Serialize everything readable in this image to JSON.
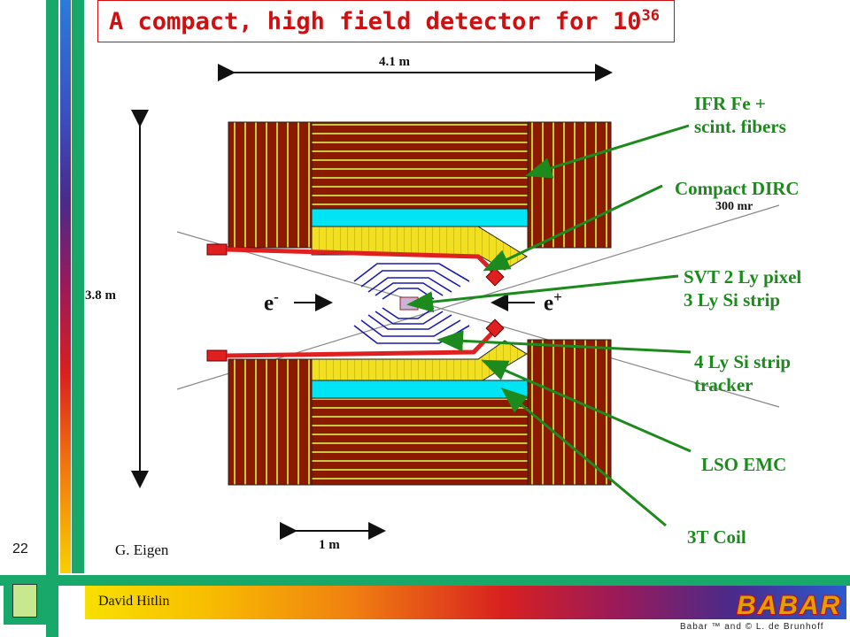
{
  "slide": {
    "title_text": "A compact, high field detector for 10",
    "title_exponent": "36",
    "page_number": "22",
    "credit": "G. Eigen",
    "presenter": "David Hitlin",
    "copyright": "Babar ™ and © L. de Brunhoff",
    "logo_text": "BABAR"
  },
  "diagram": {
    "dimension_width": "4.1 m",
    "dimension_height": "3.8 m",
    "dimension_scale": "1 m",
    "angle_label": "300 mr",
    "beam_left": "e",
    "beam_left_sign": "-",
    "beam_right": "e",
    "beam_right_sign": "+",
    "callouts": [
      {
        "line1": "IFR Fe +",
        "line2": "scint. fibers"
      },
      {
        "line1": "Compact DIRC",
        "line2": ""
      },
      {
        "line1": "SVT  2 Ly pixel",
        "line2": "3 Ly Si strip"
      },
      {
        "line1": "4 Ly Si strip",
        "line2": "tracker"
      },
      {
        "line1": "LSO EMC",
        "line2": ""
      },
      {
        "line1": "3T Coil",
        "line2": ""
      }
    ]
  },
  "colors": {
    "title": "#d01010",
    "callout": "#1d8a1d",
    "iron": "#8b1a00",
    "dirc": "#00e5f5",
    "emc": "#f0e020",
    "svt": "#1a1ab0",
    "frame_green": "#17a86a"
  }
}
